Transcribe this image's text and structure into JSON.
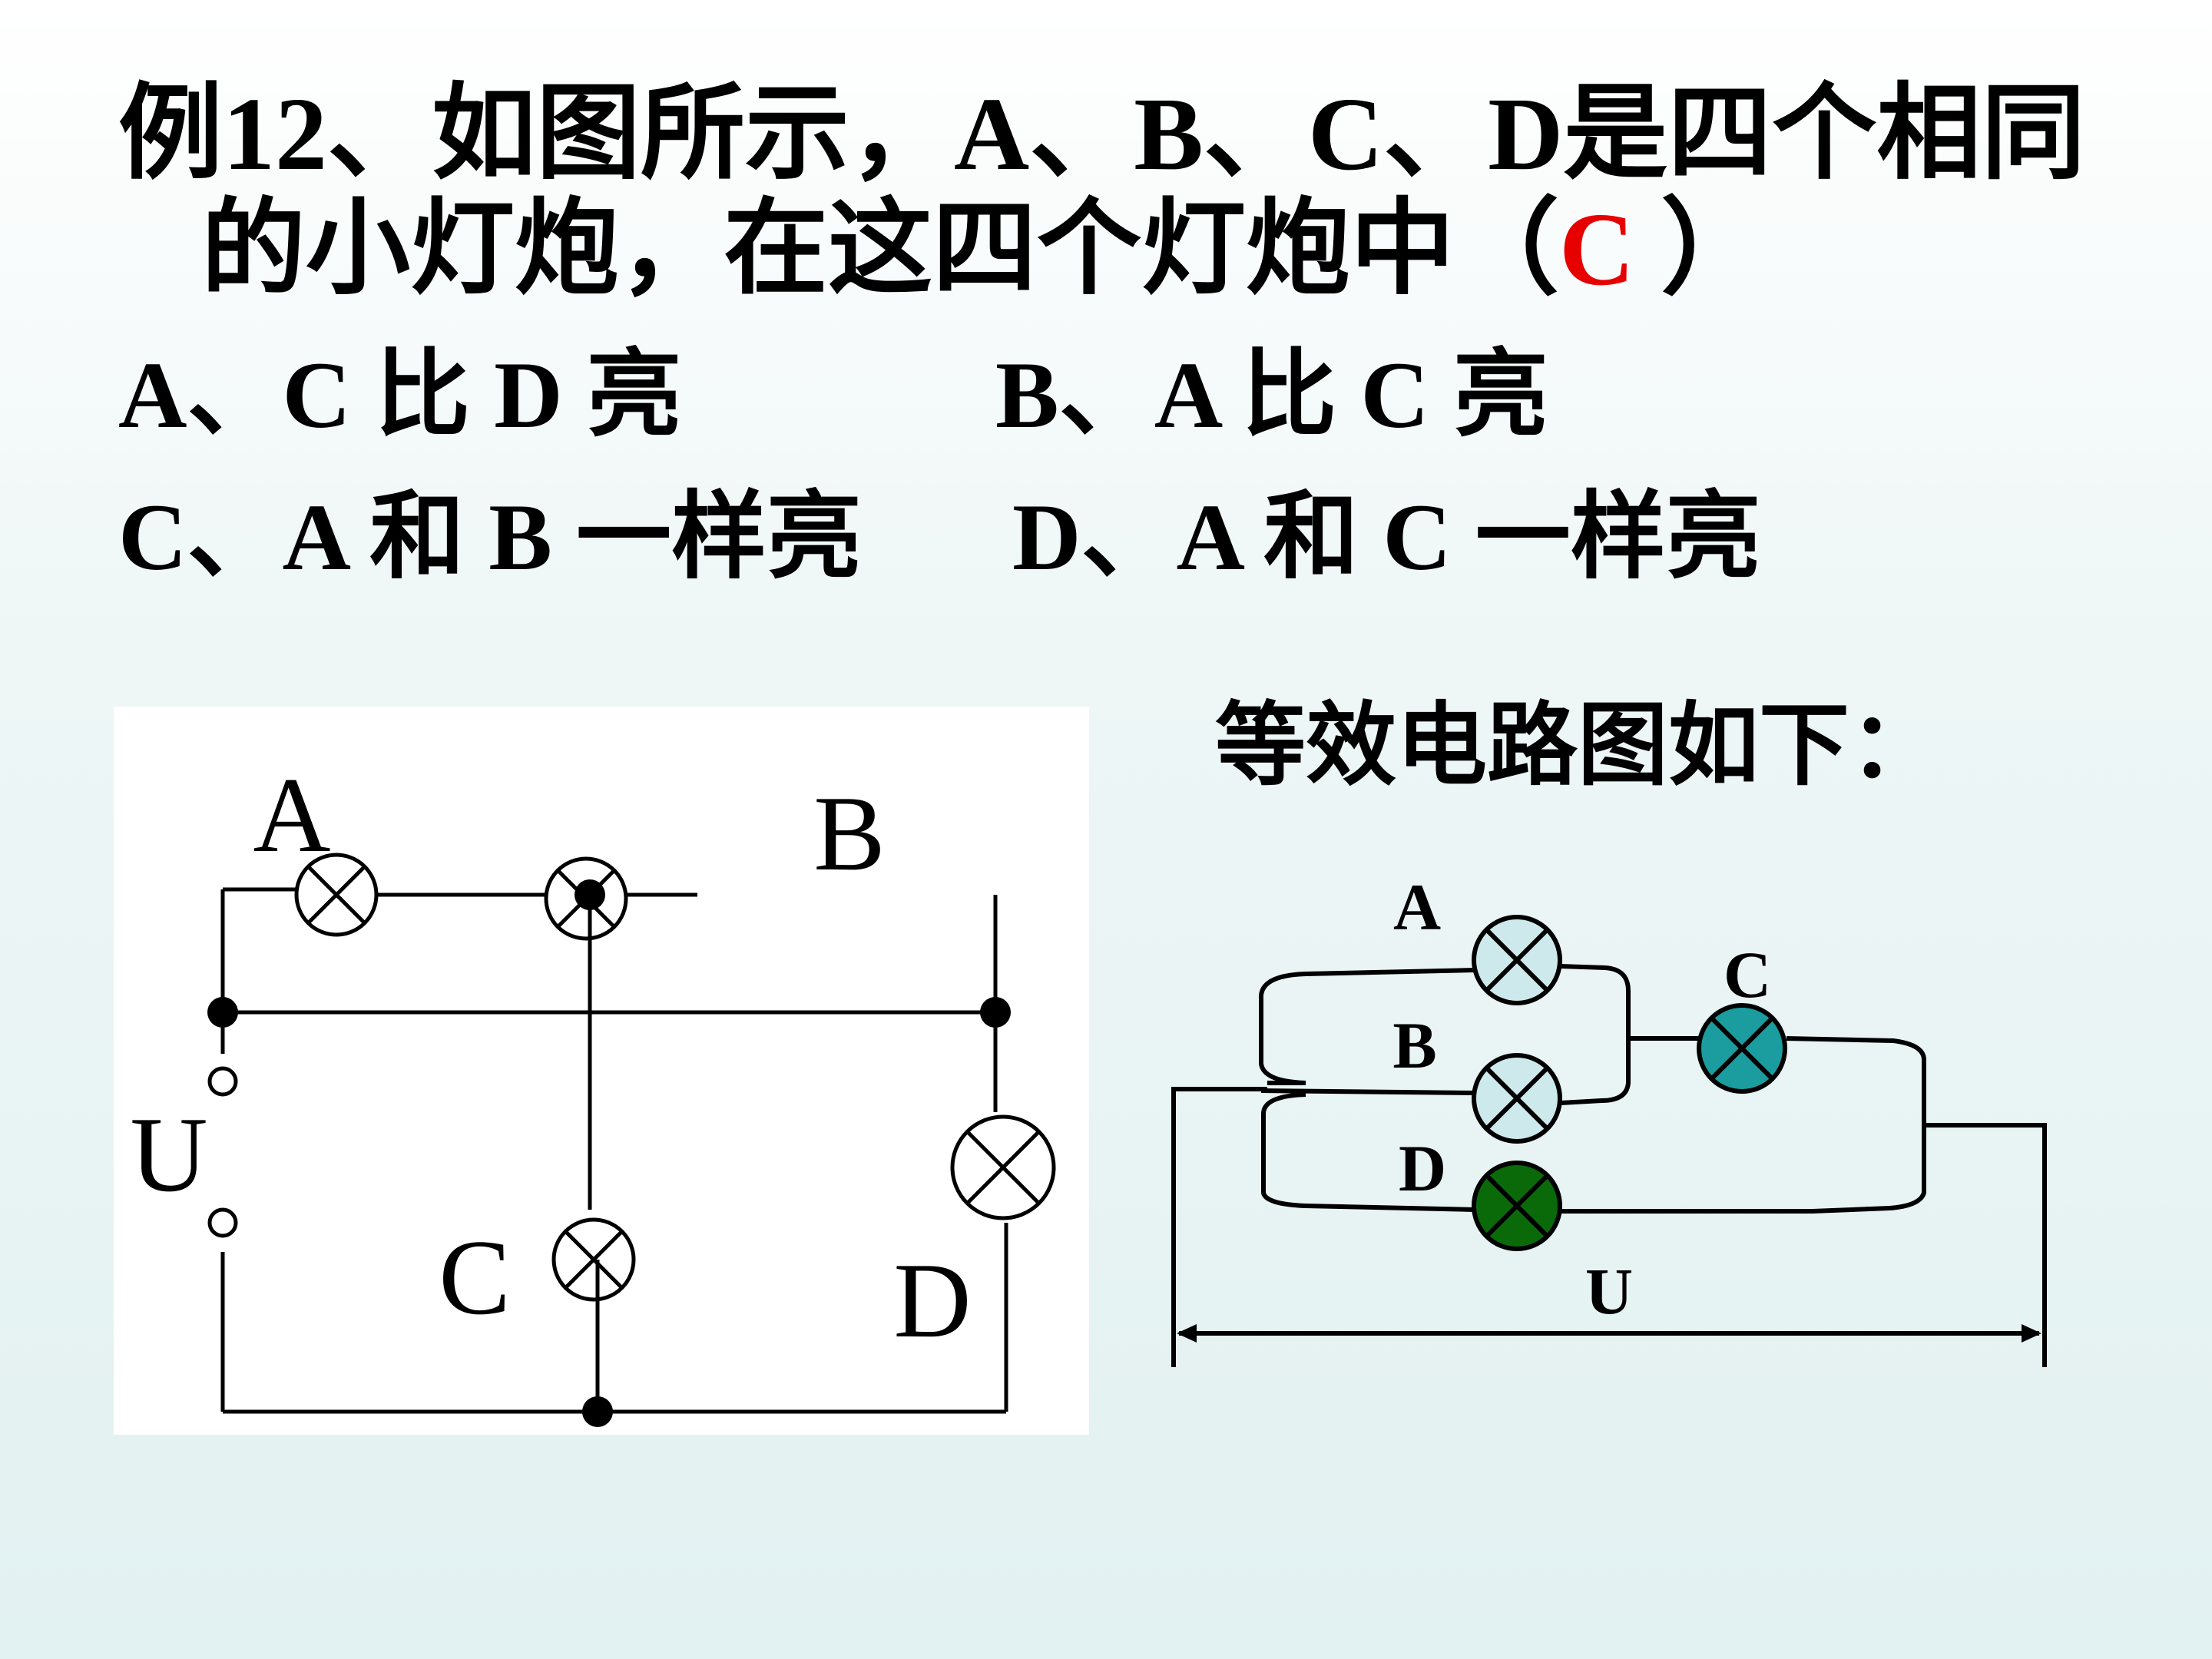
{
  "question": {
    "line1": "例12、如图所示，A、B、C、D是四个相同",
    "line2_before": "的小灯炮，在这四个灯炮中（",
    "answer": "C",
    "line2_after": " ）"
  },
  "options": {
    "a": "A、C 比 D 亮",
    "b": "B、A 比 C 亮",
    "c": "C、A 和 B 一样亮",
    "d": "D、A 和 C 一样亮"
  },
  "original_circuit": {
    "labels": {
      "a": "A",
      "b": "B",
      "c": "C",
      "d": "D",
      "u": "U"
    }
  },
  "equivalent_circuit": {
    "title": "等效电路图如下：",
    "labels": {
      "a": "A",
      "b": "B",
      "c": "C",
      "d": "D",
      "u": "U"
    },
    "colors": {
      "lamp_light": "#cde9eb",
      "lamp_c": "#1b9c9f",
      "lamp_d": "#0a6a0a"
    }
  }
}
